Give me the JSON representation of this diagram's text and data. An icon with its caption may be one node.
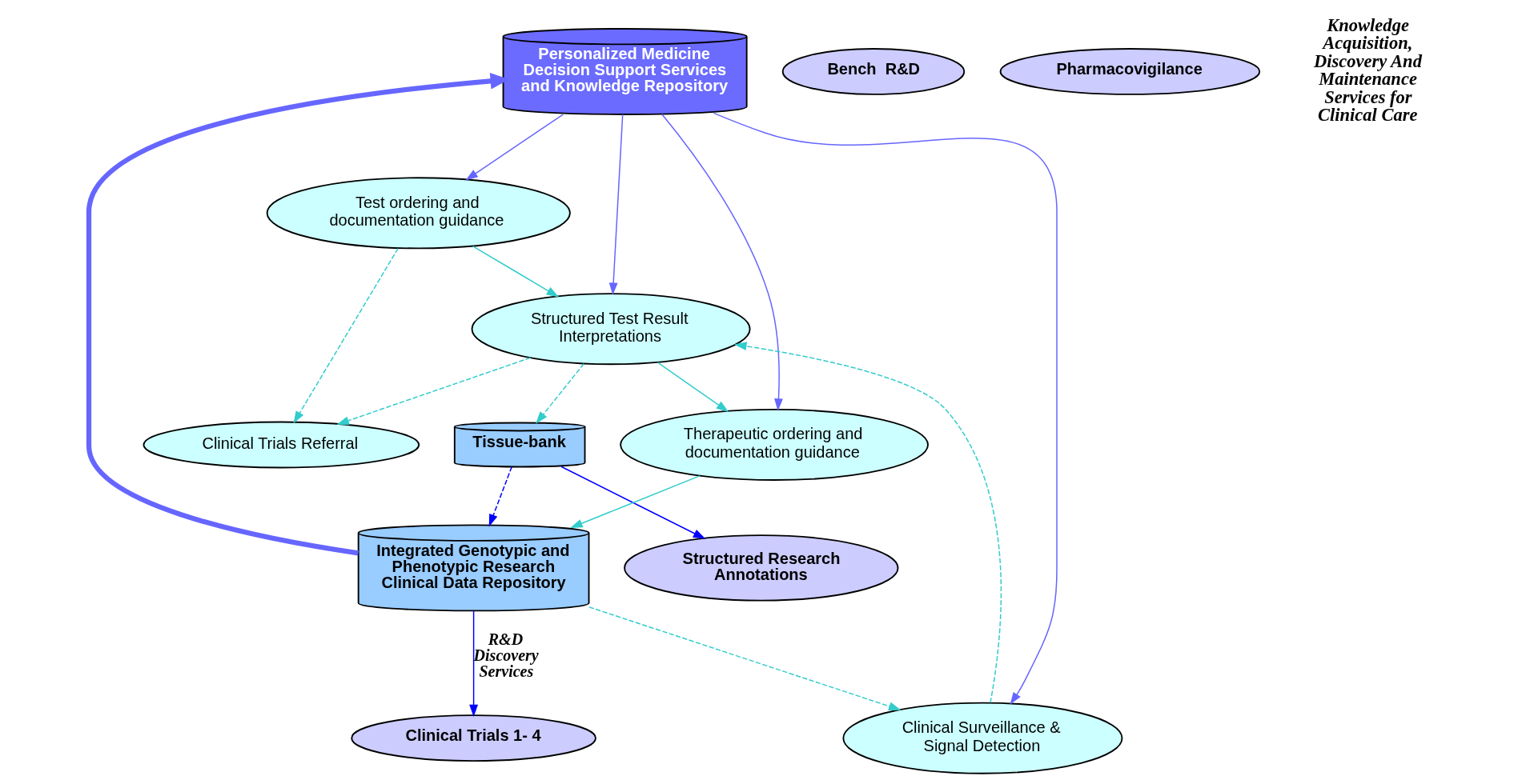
{
  "diagram": {
    "nodes": [
      {
        "text": [
          "Personalized Medicine Decision Support Services and Knowledge Repository"
        ]
      },
      {
        "text": [
          "Test ordering and documentation guidance"
        ]
      },
      {
        "text": [
          "Clinical Trials Referral"
        ]
      },
      {
        "text": [
          "Structured Test Result Interpretations"
        ]
      },
      {
        "text": [
          "Tissue-bank"
        ]
      },
      {
        "text": [
          "Therapeutic ordering and documentation guidance"
        ]
      },
      {
        "text": [
          "Structured Research Annotations"
        ]
      },
      {
        "text": [
          "Bench  R&D"
        ]
      },
      {
        "text": [
          "Clinical Trials 1- 4"
        ]
      },
      {
        "text": [
          "Pharmacovigilance"
        ]
      },
      {
        "text": [
          "Clinical Surveillance & Signal Detection"
        ]
      },
      {
        "text": [
          "Integrated Genotypic and Phenotypic Research Clinical Data Repository"
        ]
      }
    ],
    "edges": [
      {
        "from": 0,
        "to": 1,
        "arrow": "to",
        "color": "#6666ff"
      },
      {
        "from": 0,
        "to": 3,
        "arrow": "to",
        "color": "#6666ff"
      },
      {
        "from": 0,
        "to": 5,
        "arrow": "to",
        "color": "#6666ff"
      },
      {
        "from": 0,
        "to": 10,
        "arrow": "to",
        "color": "#6666ff"
      },
      {
        "from": 11,
        "to": 0,
        "arrow": "to",
        "style": "thick",
        "color": "#6666ff"
      },
      {
        "from": 1,
        "to": 2,
        "arrow": "to",
        "style": "dashed"
      },
      {
        "from": 1,
        "to": 3,
        "arrow": "to"
      },
      {
        "from": 3,
        "to": 2,
        "arrow": "to",
        "style": "dashed"
      },
      {
        "from": 3,
        "to": 4,
        "arrow": "to",
        "style": "dashed"
      },
      {
        "from": 3,
        "to": 5,
        "arrow": "to"
      },
      {
        "from": 5,
        "to": 11,
        "arrow": "to"
      },
      {
        "from": 10,
        "to": 3,
        "arrow": "to",
        "style": "dashed"
      },
      {
        "from": 11,
        "to": 10,
        "arrow": "to",
        "style": "dashed"
      },
      {
        "from": 4,
        "to": 11,
        "arrow": "to",
        "style": "dashed",
        "color": "#0000ff"
      },
      {
        "from": 4,
        "to": 6,
        "arrow": "to",
        "color": "#0000ff"
      },
      {
        "from": 11,
        "to": 8,
        "arrow": "to",
        "label": "R&D Discovery Services",
        "color": "#0000ff"
      }
    ],
    "labels": [
      "Knowledge Acquisition, Discovery And Maintenance Services for Clinical Care"
    ]
  }
}
